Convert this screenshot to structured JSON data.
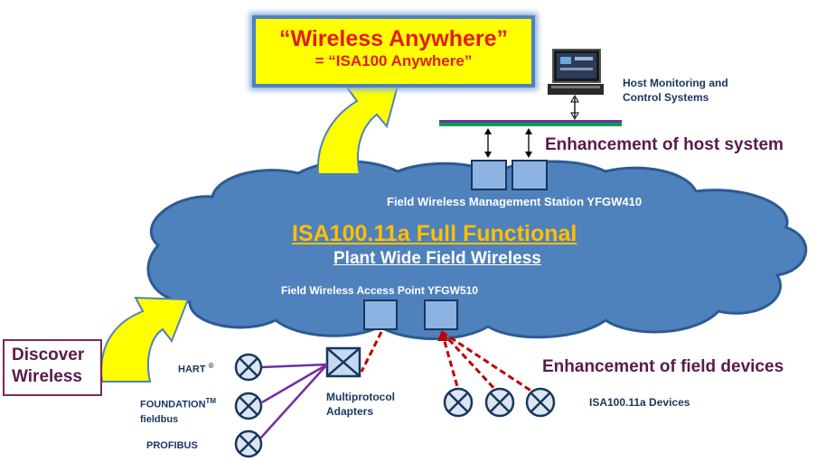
{
  "title": {
    "line1": "“Wireless Anywhere”",
    "line2": "= “ISA100 Anywhere”"
  },
  "discover": {
    "line1": "Discover",
    "line2": "Wireless"
  },
  "host": {
    "label_line1": "Host Monitoring  and",
    "label_line2": "Control Systems"
  },
  "enhancement_host": "Enhancement of host system",
  "management_station": "Field  Wireless  Management  Station YFGW410",
  "cloud": {
    "heading": "ISA100.11a Full Functional",
    "subheading": "Plant Wide Field  Wireless"
  },
  "access_point": "Field  Wireless  Access Point  YFGW510",
  "enhancement_field": "Enhancement of field devices",
  "protocols": {
    "hart": "HART",
    "hart_mark": "®",
    "foundation": "FOUNDATION",
    "foundation_mark": "TM",
    "foundation_line2": "fieldbus",
    "profibus": "PROFIBUS"
  },
  "adapters": {
    "line1": "Multiprotocol",
    "line2": "Adapters"
  },
  "isa_devices": "ISA100.11a  Devices",
  "colors": {
    "cloud": "#4f81bd",
    "arrow": "#ffff00",
    "wireless_link": "#c00000",
    "wired_link": "#7030a0",
    "device": "#17375e"
  }
}
